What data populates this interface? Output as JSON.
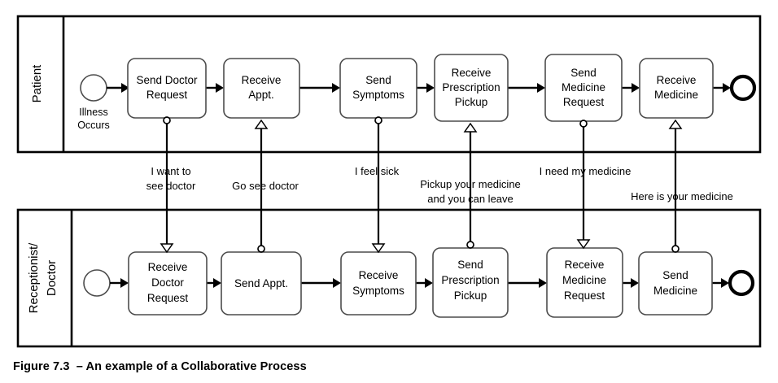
{
  "figure": {
    "caption": "Figure 7.3  – An example of a Collaborative Process",
    "title": "An example of a Collaborative Process",
    "number": "Figure 7.3"
  },
  "colors": {
    "background": "#ffffff",
    "pool_border": "#000000",
    "task_border": "#4c4c4c",
    "flow": "#000000",
    "text": "#000000"
  },
  "pools": [
    {
      "id": "patient",
      "label": "Patient",
      "start_event": {
        "label_line1": "Illness",
        "label_line2": "Occurs",
        "type": "start-event"
      },
      "end_event": {
        "type": "end-event"
      },
      "tasks": [
        {
          "id": "send-doctor-request",
          "lines": [
            "Send Doctor",
            "Request"
          ],
          "msg": "source"
        },
        {
          "id": "receive-appt",
          "lines": [
            "Receive",
            "Appt."
          ],
          "msg": "target"
        },
        {
          "id": "send-symptoms",
          "lines": [
            "Send",
            "Symptoms"
          ],
          "msg": "source"
        },
        {
          "id": "receive-prescription-pickup",
          "lines": [
            "Receive",
            "Prescription",
            "Pickup"
          ],
          "msg": "target"
        },
        {
          "id": "send-medicine-request",
          "lines": [
            "Send",
            "Medicine",
            "Request"
          ],
          "msg": "source"
        },
        {
          "id": "receive-medicine",
          "lines": [
            "Receive",
            "Medicine"
          ],
          "msg": "target"
        }
      ]
    },
    {
      "id": "receptionist-doctor",
      "label_line1": "Receptionist/",
      "label_line2": "Doctor",
      "start_event": {
        "type": "start-event"
      },
      "end_event": {
        "type": "end-event"
      },
      "tasks": [
        {
          "id": "receive-doctor-request",
          "lines": [
            "Receive",
            "Doctor",
            "Request"
          ],
          "msg": "target"
        },
        {
          "id": "send-appt",
          "lines": [
            "Send Appt."
          ],
          "msg": "source"
        },
        {
          "id": "receive-symptoms",
          "lines": [
            "Receive",
            "Symptoms"
          ],
          "msg": "target"
        },
        {
          "id": "send-prescription-pickup",
          "lines": [
            "Send",
            "Prescription",
            "Pickup"
          ],
          "msg": "source"
        },
        {
          "id": "receive-medicine-request",
          "lines": [
            "Receive",
            "Medicine",
            "Request"
          ],
          "msg": "target"
        },
        {
          "id": "send-medicine",
          "lines": [
            "Send",
            "Medicine"
          ],
          "msg": "source"
        }
      ]
    }
  ],
  "message_flows": [
    {
      "id": "mf1",
      "label_lines": [
        "I want to",
        "see doctor"
      ],
      "from": "send-doctor-request",
      "to": "receive-doctor-request",
      "direction": "down"
    },
    {
      "id": "mf2",
      "label_lines": [
        "Go see doctor"
      ],
      "from": "send-appt",
      "to": "receive-appt",
      "direction": "up"
    },
    {
      "id": "mf3",
      "label_lines": [
        "I feel sick"
      ],
      "from": "send-symptoms",
      "to": "receive-symptoms",
      "direction": "down"
    },
    {
      "id": "mf4",
      "label_lines": [
        "Pickup your medicine",
        "and you can leave"
      ],
      "from": "send-prescription-pickup",
      "to": "receive-prescription-pickup",
      "direction": "up"
    },
    {
      "id": "mf5",
      "label_lines": [
        "I need my medicine"
      ],
      "from": "send-medicine-request",
      "to": "receive-medicine-request",
      "direction": "down"
    },
    {
      "id": "mf6",
      "label_lines": [
        "Here is your medicine"
      ],
      "from": "send-medicine",
      "to": "receive-medicine",
      "direction": "up"
    }
  ]
}
